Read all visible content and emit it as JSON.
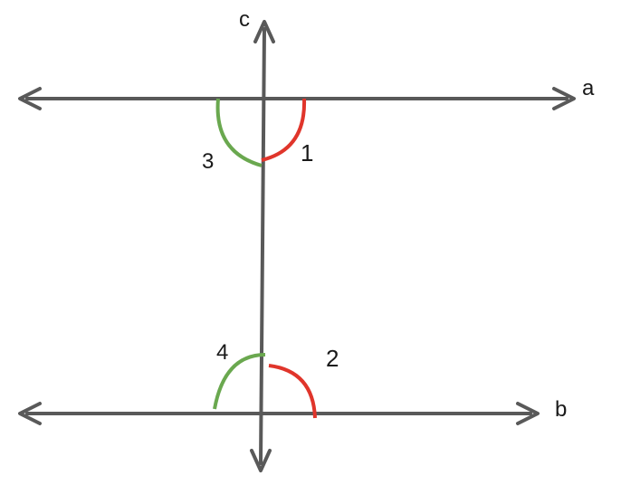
{
  "diagram": {
    "line_labels": {
      "a": "a",
      "b": "b",
      "c": "c"
    },
    "angle_labels": {
      "angle1": "1",
      "angle2": "2",
      "angle3": "3",
      "angle4": "4"
    },
    "colors": {
      "line": "#595959",
      "angle_red": "#e0352b",
      "angle_green": "#6aa84f",
      "text": "#1a1a1a"
    }
  }
}
